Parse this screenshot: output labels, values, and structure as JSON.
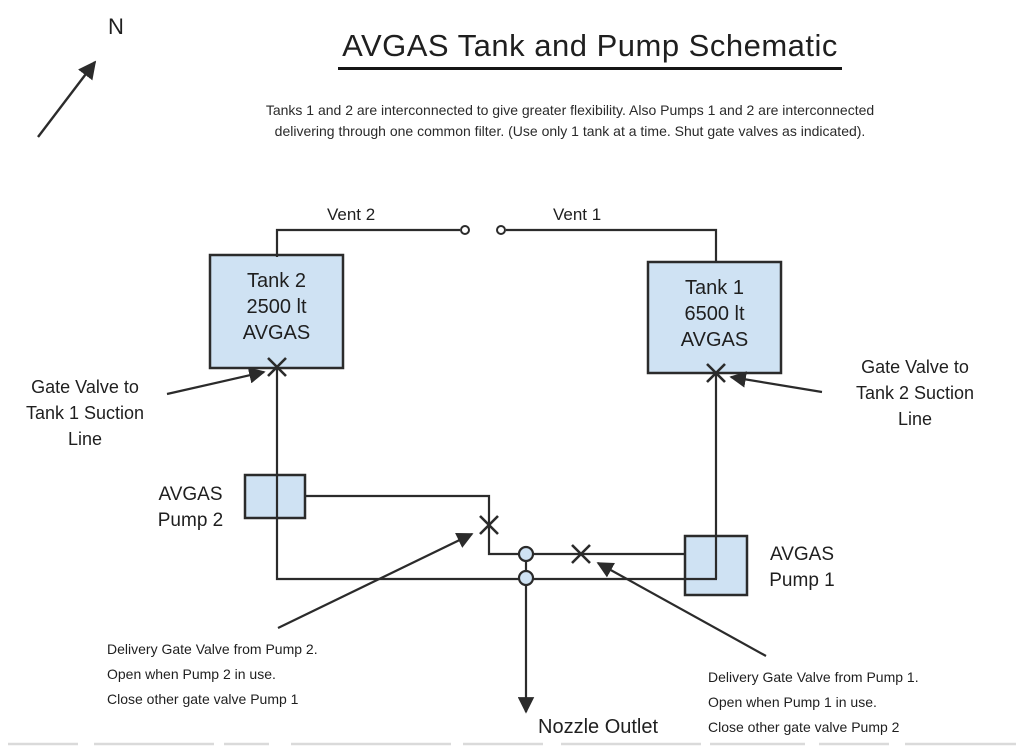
{
  "colors": {
    "tank_fill": "#cfe2f3",
    "line_stroke": "#2b2b2b",
    "text": "#1f1f1f"
  },
  "compass": {
    "label": "N"
  },
  "header": {
    "title": "AVGAS Tank and Pump Schematic",
    "note_line1": "Tanks 1 and 2 are interconnected to give greater flexibility. Also Pumps 1 and 2 are interconnected",
    "note_line2": "delivering through one common filter. (Use only 1 tank at a time. Shut gate valves as indicated)."
  },
  "vents": {
    "vent2": "Vent 2",
    "vent1": "Vent 1"
  },
  "tanks": {
    "tank2": {
      "name": "Tank 2",
      "capacity": "2500 lt",
      "fuel": "AVGAS"
    },
    "tank1": {
      "name": "Tank 1",
      "capacity": "6500 lt",
      "fuel": "AVGAS"
    }
  },
  "pumps": {
    "pump2": {
      "line1": "AVGAS",
      "line2": "Pump 2"
    },
    "pump1": {
      "line1": "AVGAS",
      "line2": "Pump 1"
    }
  },
  "gate_valve_labels": {
    "left": {
      "line1": "Gate Valve to",
      "line2": "Tank 1 Suction",
      "line3": "Line"
    },
    "right": {
      "line1": "Gate Valve to",
      "line2": "Tank 2 Suction",
      "line3": "Line"
    }
  },
  "delivery_valve_labels": {
    "pump2": {
      "line1": "Delivery Gate Valve from Pump 2.",
      "line2": "Open when Pump 2 in use.",
      "line3": "Close other gate valve Pump 1"
    },
    "pump1": {
      "line1": "Delivery Gate Valve from Pump 1.",
      "line2": "Open when Pump 1 in use.",
      "line3": "Close other gate valve Pump 2"
    }
  },
  "outlet": {
    "label": "Nozzle Outlet"
  }
}
